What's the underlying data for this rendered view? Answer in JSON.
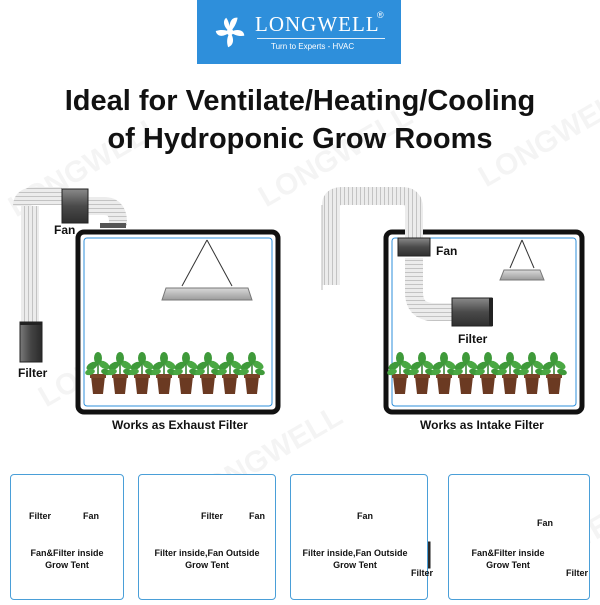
{
  "brand": {
    "name": "LONGWELL",
    "registered": "®",
    "tagline": "Turn to Experts - HVAC"
  },
  "headline": {
    "line1": "Ideal for Ventilate/Heating/Cooling",
    "line2": "of Hydroponic Grow Rooms"
  },
  "scenes": [
    {
      "fan_label": "Fan",
      "filter_label": "Filter",
      "caption": "Works as Exhaust Filter"
    },
    {
      "fan_label": "Fan",
      "filter_label": "Filter",
      "caption": "Works as Intake Filter"
    }
  ],
  "setups": [
    {
      "filter_label": "Filter",
      "fan_label": "Fan",
      "title_line1": "Fan&Filter inside",
      "title_line2": "Grow Tent"
    },
    {
      "filter_label": "Filter",
      "fan_label": "Fan",
      "title_line1": "Filter inside,Fan Outside",
      "title_line2": "Grow Tent"
    },
    {
      "fan_label": "Fan",
      "filter_label": "Filter",
      "title_line1": "Filter inside,Fan Outside",
      "title_line2": "Grow Tent"
    },
    {
      "fan_label": "Fan",
      "filter_label": "Filter",
      "title_line1": "Fan&Filter inside",
      "title_line2": "Grow Tent"
    }
  ],
  "watermark": "LONGWELL",
  "colors": {
    "brand_blue": "#2e8fdb",
    "card_border": "#4a9fd8",
    "flow_arrows": "#2e8fdb",
    "pot": "#6b3a22",
    "leaf": "#3f9a3a",
    "tent_frame": "#111111"
  }
}
